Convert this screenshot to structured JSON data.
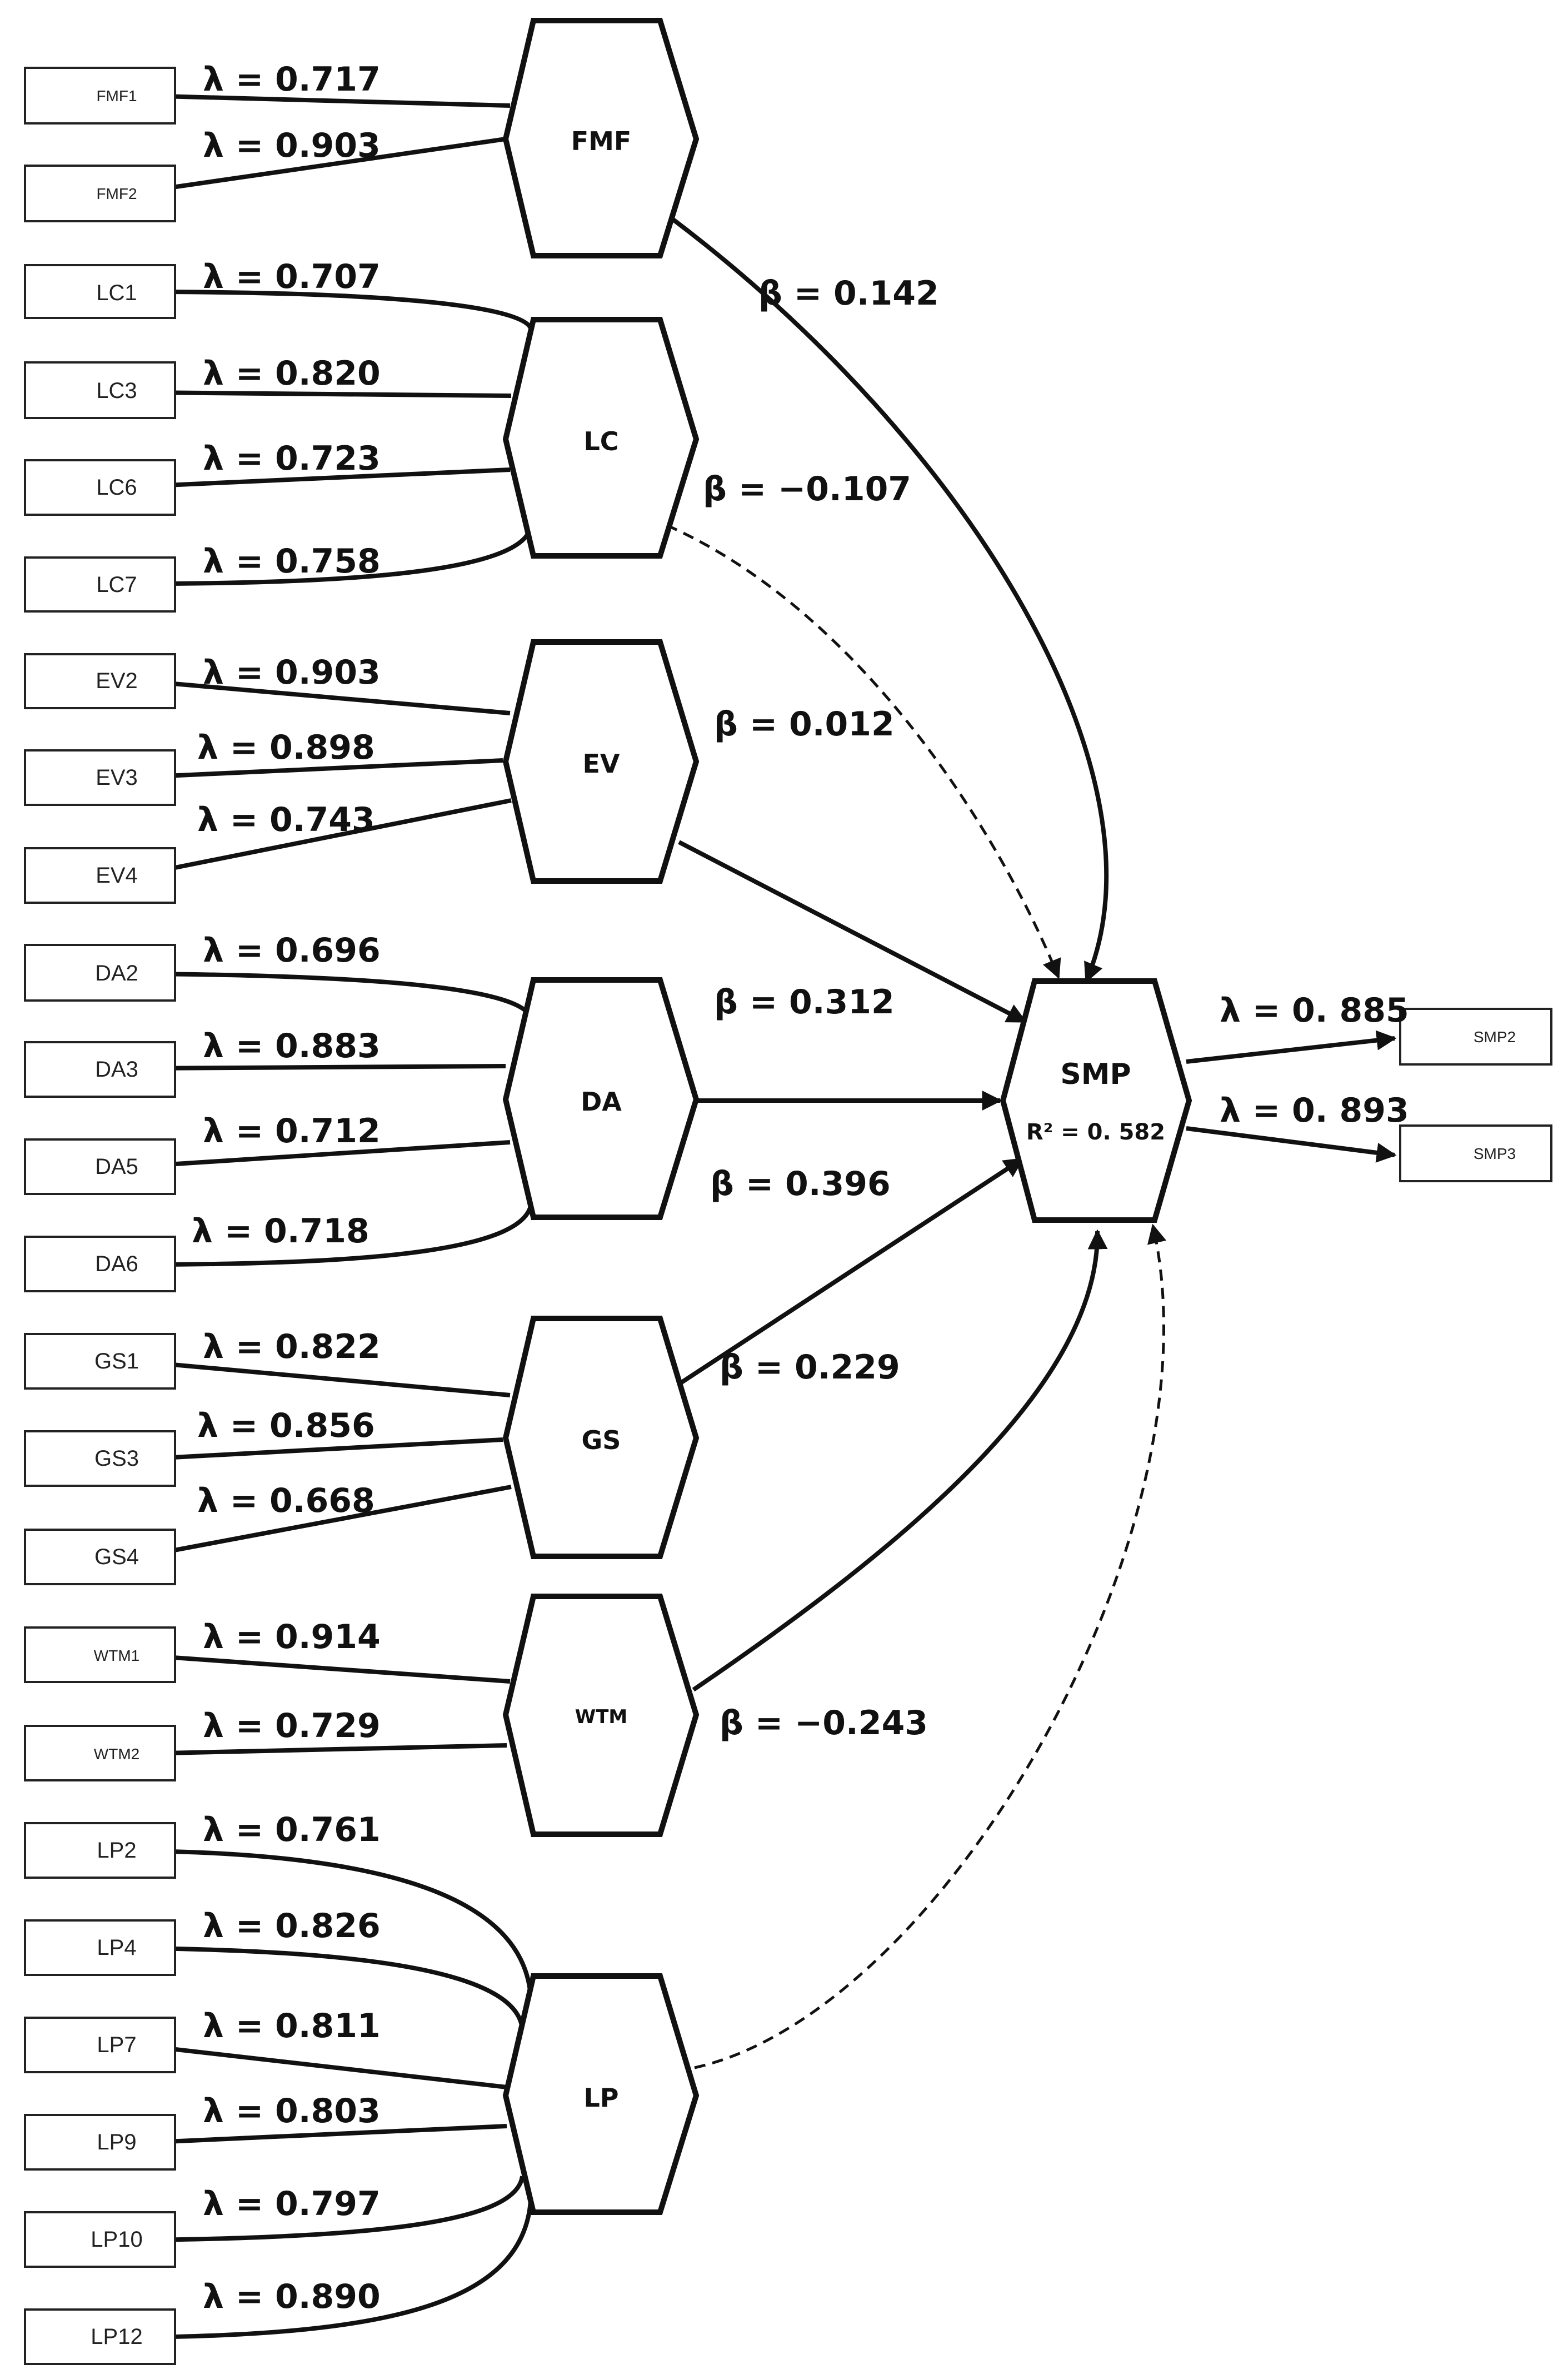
{
  "latents": {
    "fmf": "FMF",
    "lc": "LC",
    "ev": "EV",
    "da": "DA",
    "gs": "GS",
    "wtm": "WTM",
    "lp": "LP",
    "smp": "SMP",
    "smp_r2": "R² = 0. 582"
  },
  "indicators": {
    "fmf1": "FMF1",
    "fmf2": "FMF2",
    "lc1": "LC1",
    "lc3": "LC3",
    "lc6": "LC6",
    "lc7": "LC7",
    "ev2": "EV2",
    "ev3": "EV3",
    "ev4": "EV4",
    "da2": "DA2",
    "da3": "DA3",
    "da5": "DA5",
    "da6": "DA6",
    "gs1": "GS1",
    "gs3": "GS3",
    "gs4": "GS4",
    "wtm1": "WTM1",
    "wtm2": "WTM2",
    "lp2": "LP2",
    "lp4": "LP4",
    "lp7": "LP7",
    "lp9": "LP9",
    "lp10": "LP10",
    "lp12": "LP12",
    "smp2": "SMP2",
    "smp3": "SMP3"
  },
  "loadings": {
    "fmf1": "λ = 0.717",
    "fmf2": "λ = 0.903",
    "lc1": "λ = 0.707",
    "lc3": "λ = 0.820",
    "lc6": "λ = 0.723",
    "lc7": "λ = 0.758",
    "ev2": "λ = 0.903",
    "ev3": "λ = 0.898",
    "ev4": "λ = 0.743",
    "da2": "λ = 0.696",
    "da3": "λ = 0.883",
    "da5": "λ = 0.712",
    "da6": "λ = 0.718",
    "gs1": "λ = 0.822",
    "gs3": "λ = 0.856",
    "gs4": "λ = 0.668",
    "wtm1": "λ = 0.914",
    "wtm2": "λ = 0.729",
    "lp2": "λ = 0.761",
    "lp4": "λ = 0.826",
    "lp7": "λ = 0.811",
    "lp9": "λ = 0.803",
    "lp10": "λ = 0.797",
    "lp12": "λ = 0.890",
    "smp2": "λ = 0. 885",
    "smp3": "λ = 0. 893"
  },
  "paths": {
    "fmf": "β = 0.142",
    "lc": "β = −0.107",
    "ev": "β = 0.012",
    "da": "β = 0.312",
    "gs_top": "β = 0.396",
    "gs": "β = 0.229",
    "wtm": "β = −0.243"
  }
}
